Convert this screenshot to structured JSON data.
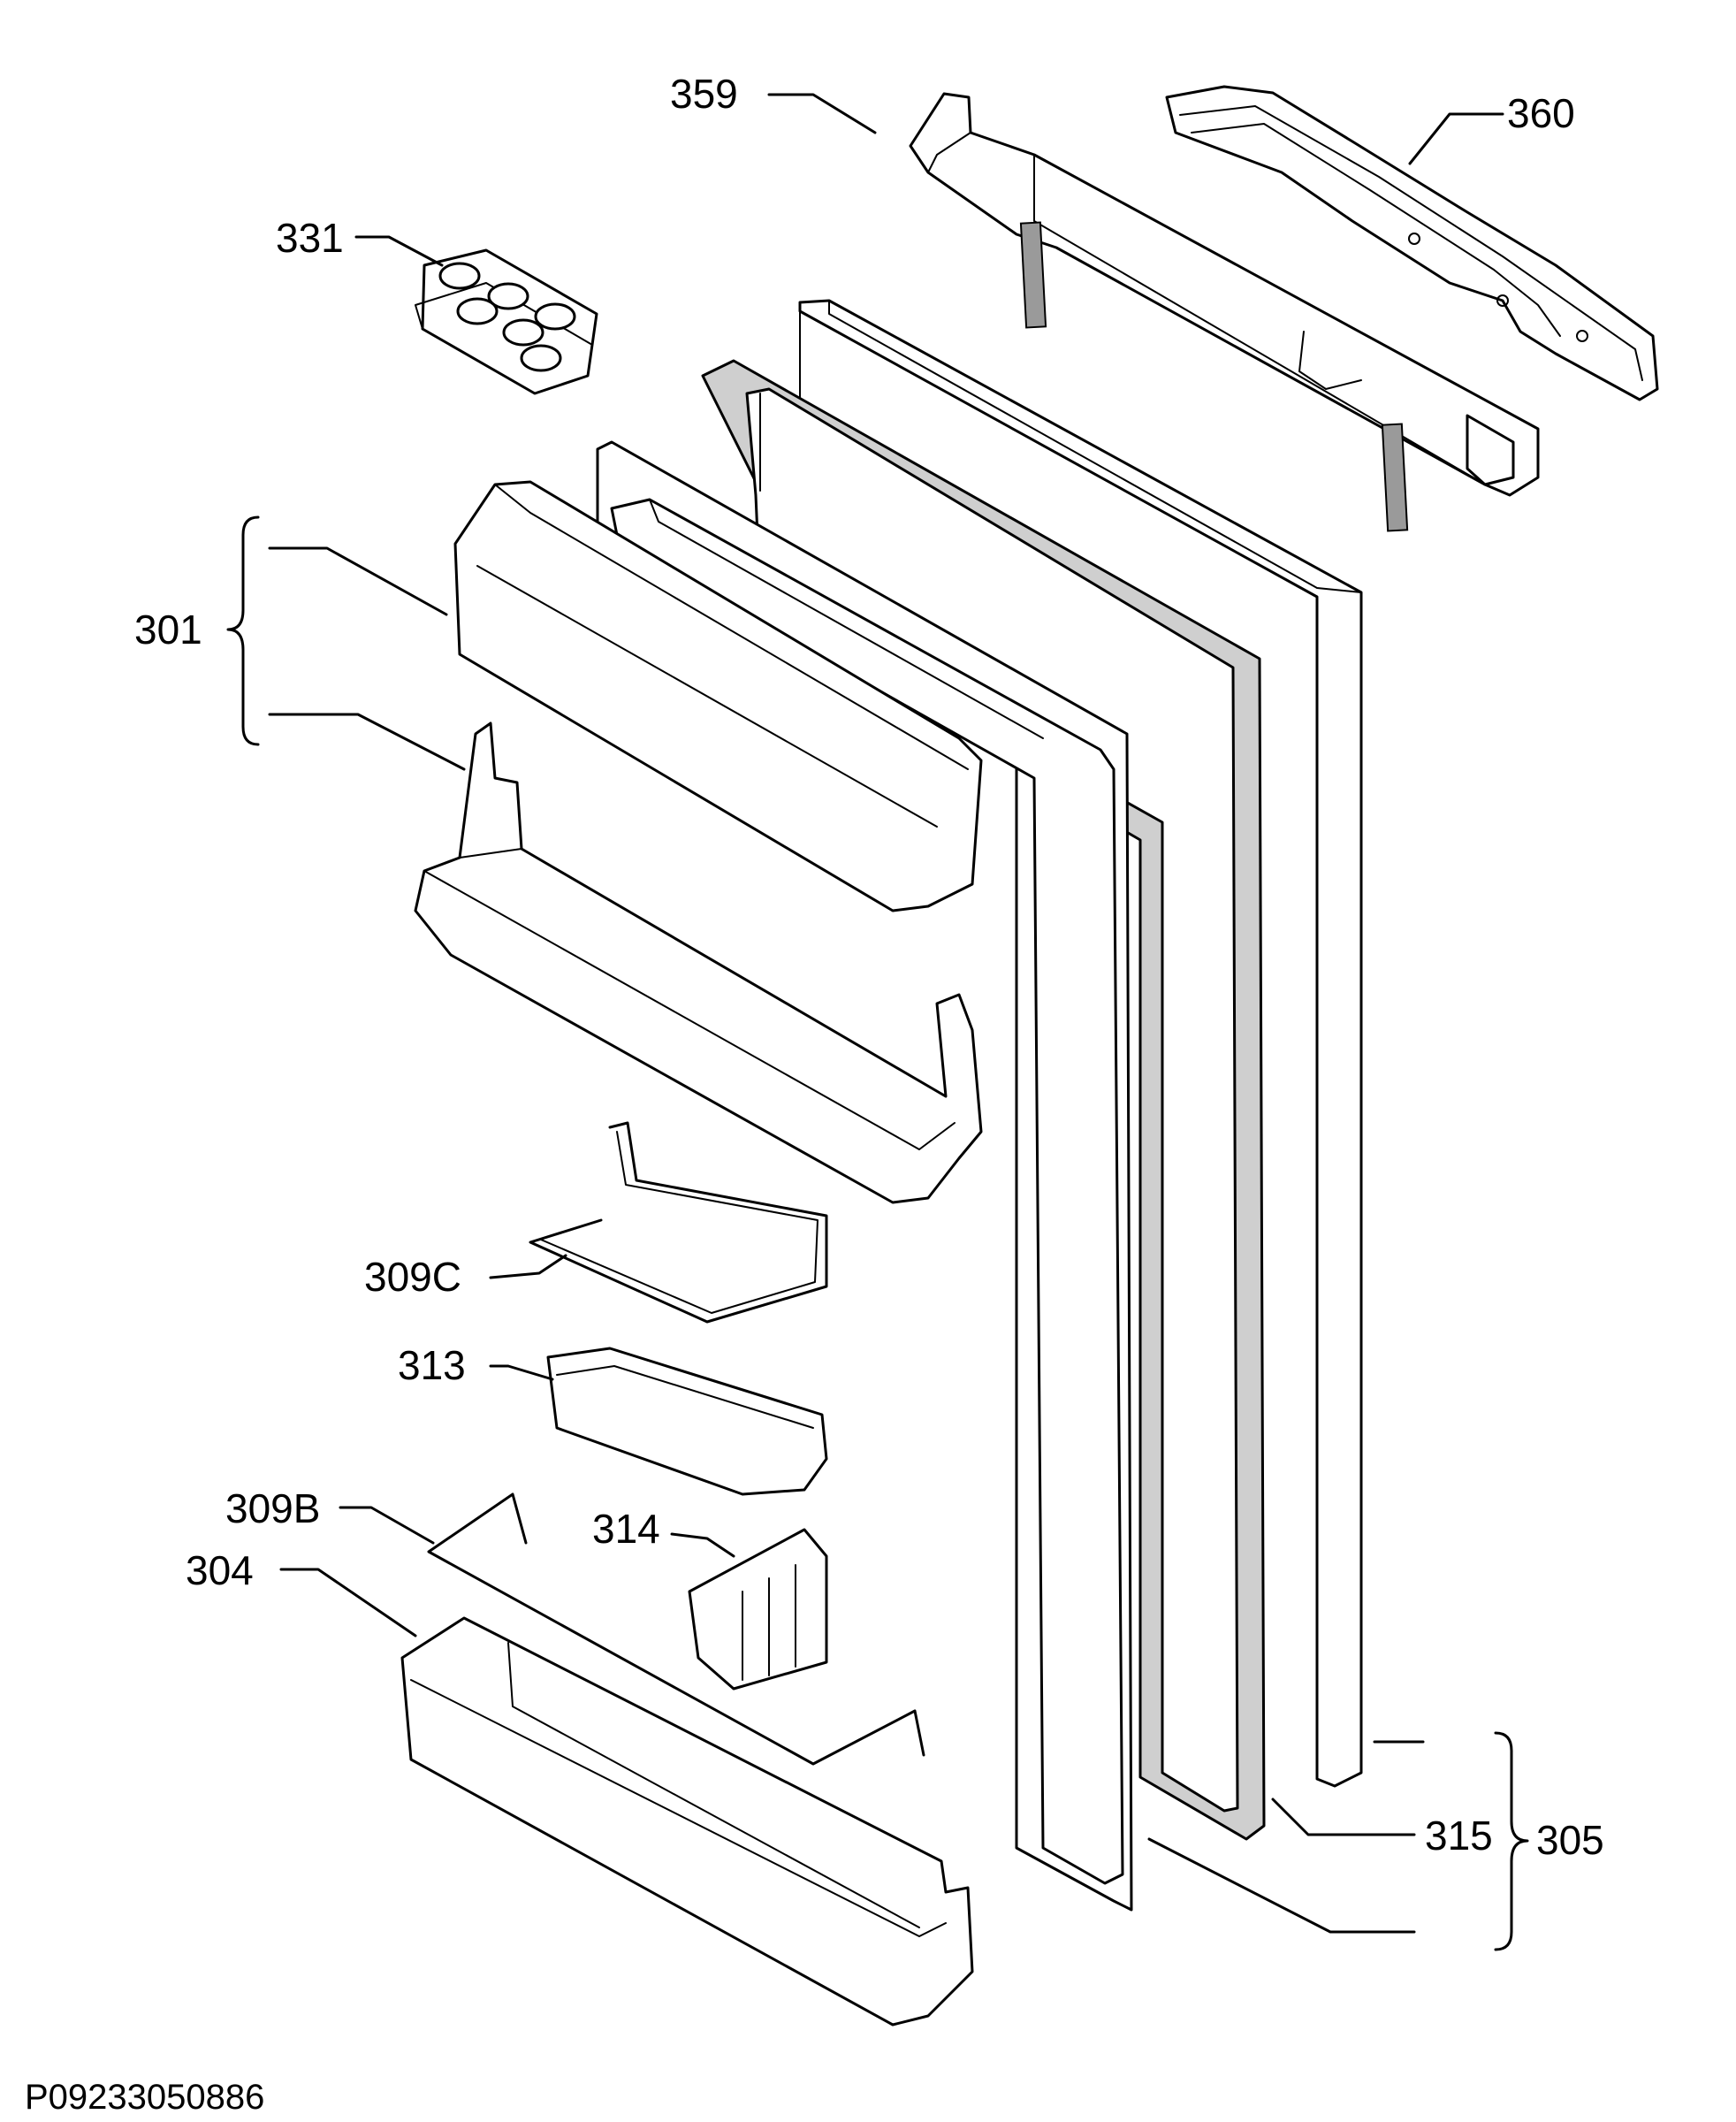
{
  "diagram": {
    "drawing_code": "P09233050886",
    "callouts": {
      "c359": "359",
      "c360": "360",
      "c331": "331",
      "c301": "301",
      "c309c": "309C",
      "c313": "313",
      "c309b": "309B",
      "c314": "314",
      "c304": "304",
      "c315": "315",
      "c305": "305"
    }
  }
}
